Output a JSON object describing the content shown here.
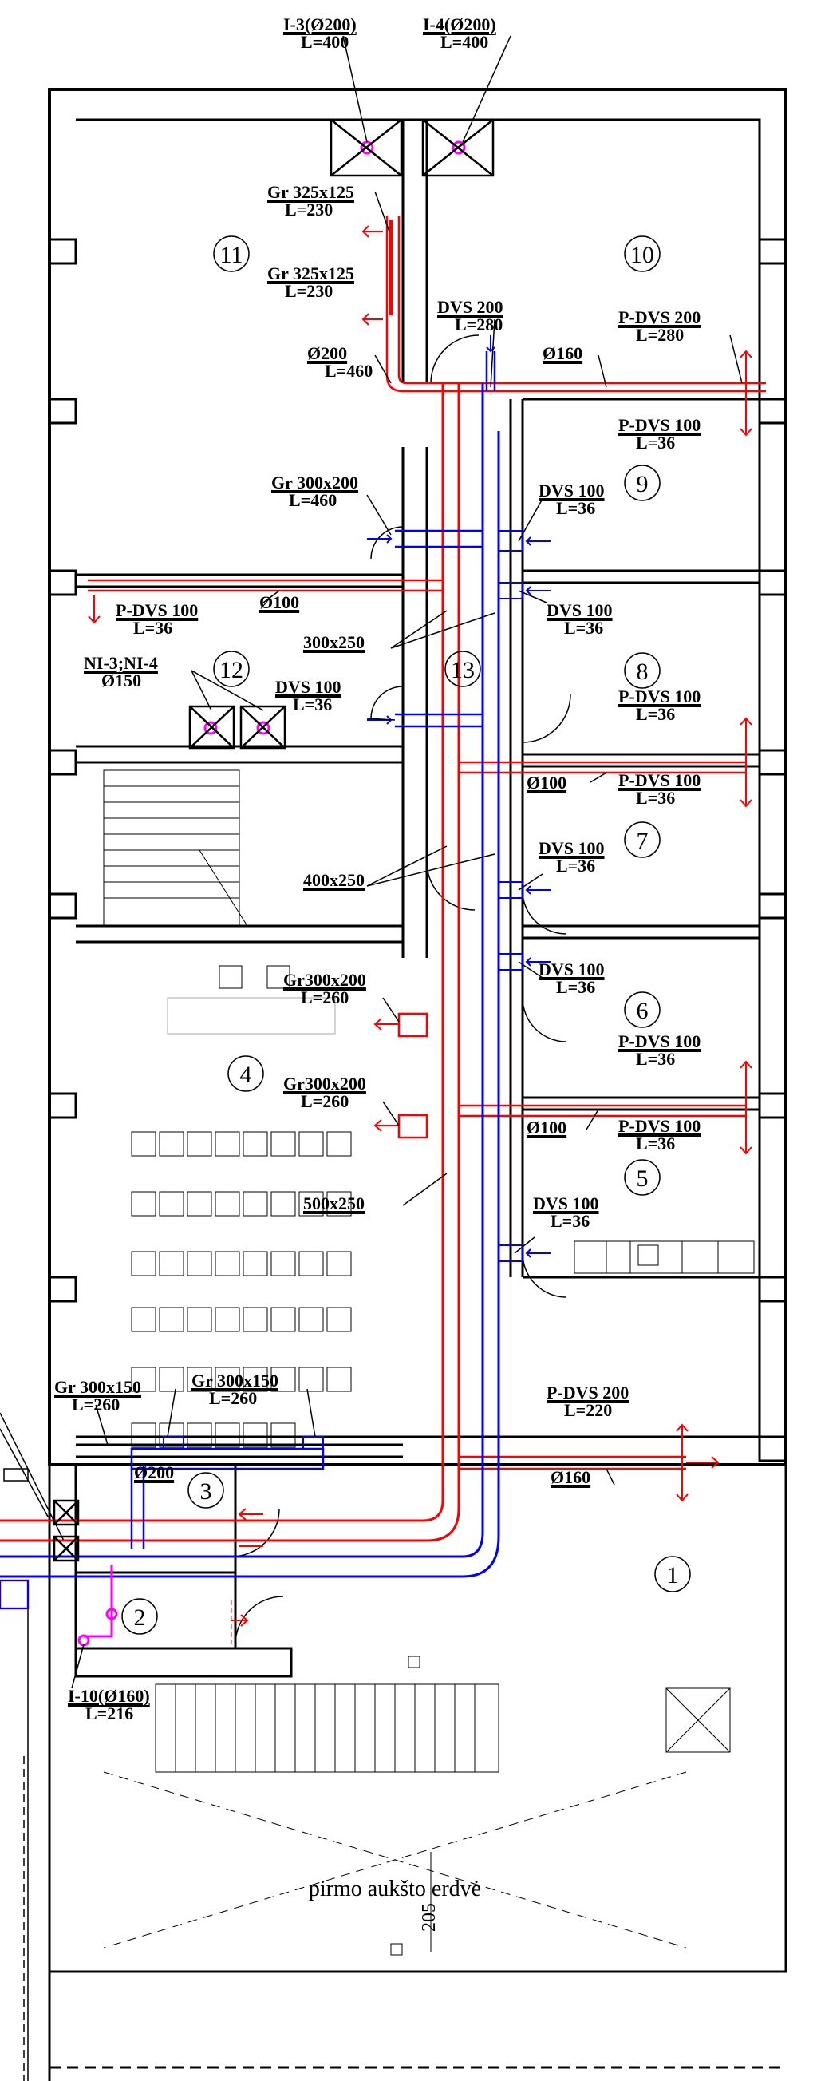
{
  "title": "",
  "colors": {
    "supply": "#ff0000",
    "exhaust": "#0000ff",
    "special": "#ff00ff",
    "walls": "#000000"
  },
  "rooms": [
    {
      "id": "room-11",
      "num": "11"
    },
    {
      "id": "room-10",
      "num": "10"
    },
    {
      "id": "room-9",
      "num": "9"
    },
    {
      "id": "room-8",
      "num": "8"
    },
    {
      "id": "room-12",
      "num": "12"
    },
    {
      "id": "room-13",
      "num": "13"
    },
    {
      "id": "room-7",
      "num": "7"
    },
    {
      "id": "room-6",
      "num": "6"
    },
    {
      "id": "room-4",
      "num": "4"
    },
    {
      "id": "room-5",
      "num": "5"
    },
    {
      "id": "room-3",
      "num": "3"
    },
    {
      "id": "room-2",
      "num": "2"
    },
    {
      "id": "room-1",
      "num": "1"
    }
  ],
  "labels": [
    {
      "id": "l-i3",
      "l1": "I-3(Ø200)",
      "l2": "L=400"
    },
    {
      "id": "l-i4",
      "l1": "I-4(Ø200)",
      "l2": "L=400"
    },
    {
      "id": "l-gr1",
      "l1": "Gr 325x125",
      "l2": "L=230"
    },
    {
      "id": "l-gr2",
      "l1": "Gr 325x125",
      "l2": "L=230"
    },
    {
      "id": "l-d200a",
      "l1": "Ø200",
      "l2": "L=460"
    },
    {
      "id": "l-dvs200",
      "l1": "DVS 200",
      "l2": "L=280"
    },
    {
      "id": "l-d160a",
      "l1": "Ø160",
      "l2": ""
    },
    {
      "id": "l-pdvs200a",
      "l1": "P-DVS 200",
      "l2": "L=280"
    },
    {
      "id": "l-pdvs100a",
      "l1": "P-DVS 100",
      "l2": "L=36"
    },
    {
      "id": "l-gr300a",
      "l1": "Gr 300x200",
      "l2": "L=460"
    },
    {
      "id": "l-dvs100a",
      "l1": "DVS 100",
      "l2": "L=36"
    },
    {
      "id": "l-pdvs100b",
      "l1": "P-DVS 100",
      "l2": "L=36"
    },
    {
      "id": "l-d100a",
      "l1": "Ø100",
      "l2": ""
    },
    {
      "id": "l-dvs100b",
      "l1": "DVS 100",
      "l2": "L=36"
    },
    {
      "id": "l-300x250",
      "l1": "300x250",
      "l2": ""
    },
    {
      "id": "l-ni",
      "l1": "NI-3;NI-4",
      "l2": "Ø150"
    },
    {
      "id": "l-dvs100c",
      "l1": "DVS 100",
      "l2": "L=36"
    },
    {
      "id": "l-pdvs100c",
      "l1": "P-DVS 100",
      "l2": "L=36"
    },
    {
      "id": "l-d100b",
      "l1": "Ø100",
      "l2": ""
    },
    {
      "id": "l-pdvs100d",
      "l1": "P-DVS 100",
      "l2": "L=36"
    },
    {
      "id": "l-400x250",
      "l1": "400x250",
      "l2": ""
    },
    {
      "id": "l-dvs100d",
      "l1": "DVS 100",
      "l2": "L=36"
    },
    {
      "id": "l-gr300b",
      "l1": "Gr300x200",
      "l2": "L=260"
    },
    {
      "id": "l-dvs100e",
      "l1": "DVS 100",
      "l2": "L=36"
    },
    {
      "id": "l-gr300c",
      "l1": "Gr300x200",
      "l2": "L=260"
    },
    {
      "id": "l-pdvs100e",
      "l1": "P-DVS 100",
      "l2": "L=36"
    },
    {
      "id": "l-d100c",
      "l1": "Ø100",
      "l2": ""
    },
    {
      "id": "l-pdvs100f",
      "l1": "P-DVS 100",
      "l2": "L=36"
    },
    {
      "id": "l-500x250",
      "l1": "500x250",
      "l2": ""
    },
    {
      "id": "l-dvs100f",
      "l1": "DVS 100",
      "l2": "L=36"
    },
    {
      "id": "l-gr300x150a",
      "l1": "Gr 300x150",
      "l2": "L=260"
    },
    {
      "id": "l-gr300x150b",
      "l1": "Gr 300x150",
      "l2": "L=260"
    },
    {
      "id": "l-pdvs200b",
      "l1": "P-DVS 200",
      "l2": "L=220"
    },
    {
      "id": "l-d200b",
      "l1": "Ø200",
      "l2": ""
    },
    {
      "id": "l-d160b",
      "l1": "Ø160",
      "l2": ""
    },
    {
      "id": "l-i10",
      "l1": "I-10(Ø160)",
      "l2": "L=216"
    }
  ],
  "notes": {
    "entrance": "pirmo aukšto erdvė",
    "dimension": "205"
  }
}
